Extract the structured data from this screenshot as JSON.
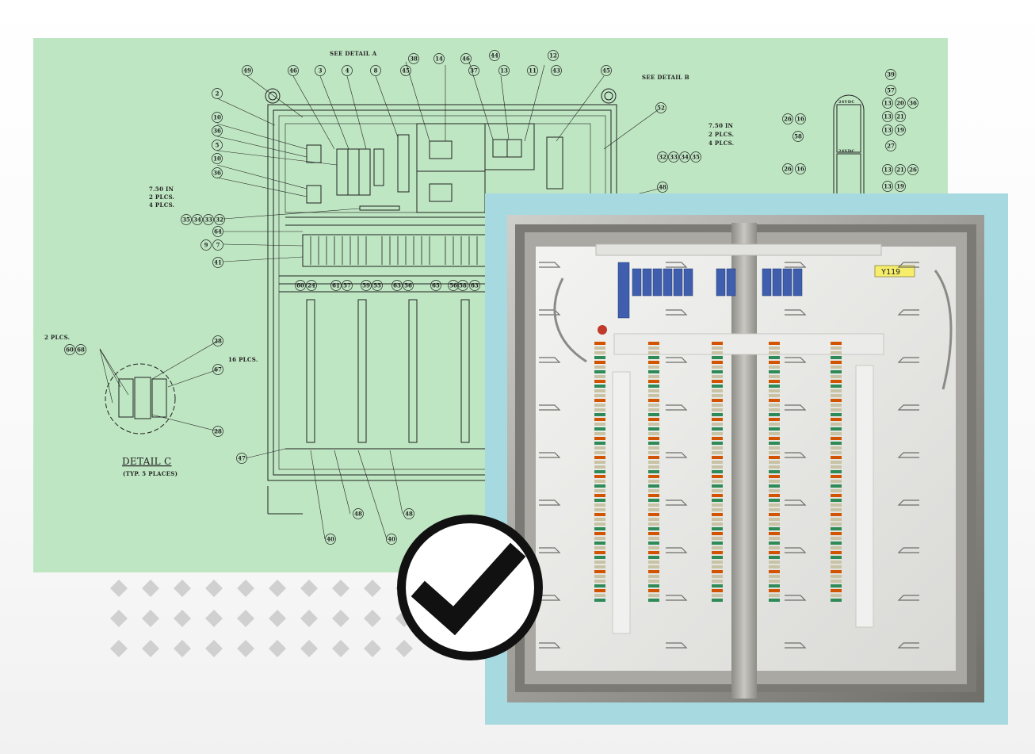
{
  "drawing": {
    "callout_see_detail_a": "SEE DETAIL A",
    "callout_see_detail_b": "SEE DETAIL B",
    "note_left_line1": "7.50 IN",
    "note_left_line2": "2 PLCS.",
    "note_left_line3": "4 PLCS.",
    "note_right_line1": "7.50 IN",
    "note_right_line2": "2 PLCS.",
    "note_right_line3": "4 PLCS.",
    "detail_note_2plcs": "2 PLCS.",
    "detail_note_16plcs": "16 PLCS.",
    "detail_title": "DETAIL C",
    "detail_subtitle": "(TYP. 5 PLACES)",
    "top_label_1": "24VDC",
    "top_label_2": "24VDC",
    "bubbles_top": [
      "49",
      "46",
      "3",
      "4",
      "8",
      "45",
      "38",
      "14",
      "46",
      "37",
      "44",
      "13",
      "11",
      "12",
      "43",
      "45",
      "52"
    ],
    "bubbles_left": [
      "2",
      "10",
      "36",
      "5",
      "10",
      "36"
    ],
    "bubbles_left_row": [
      "35",
      "34",
      "33",
      "32"
    ],
    "bubbles_mid": [
      "64",
      "9",
      "7",
      "41",
      "60",
      "24",
      "61",
      "57",
      "59",
      "55",
      "63",
      "56",
      "56",
      "65",
      "58",
      "63",
      "56"
    ],
    "bubbles_right_row": [
      "32",
      "33",
      "34",
      "35"
    ],
    "bubble_48": "48",
    "bubbles_detail": [
      "60",
      "68",
      "28",
      "67",
      "28"
    ],
    "bubbles_bottom": [
      "47",
      "40",
      "48",
      "40",
      "48"
    ],
    "bubbles_topright": [
      "39",
      "57",
      "13",
      "20",
      "36",
      "26",
      "16",
      "13",
      "21",
      "58",
      "13",
      "19",
      "27",
      "26",
      "16",
      "13",
      "21",
      "26",
      "13",
      "19"
    ]
  },
  "photo": {
    "tag_label": "Y119",
    "alt": "control-panel-photo"
  },
  "colors": {
    "drawing_bg": "#bfe6c3",
    "frame": "#a7d9e0",
    "dots": "#d0d0d0",
    "badge": "#111111"
  },
  "icons": {
    "badge": "checkmark-icon"
  }
}
